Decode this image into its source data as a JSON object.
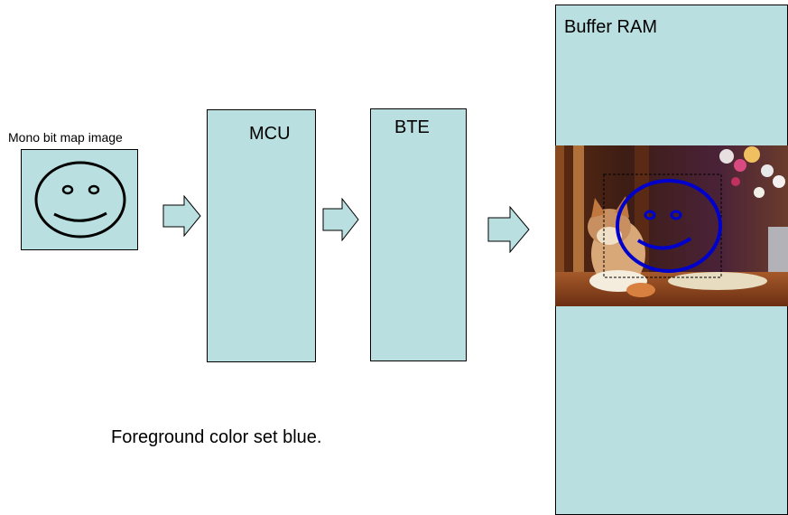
{
  "source_label": "Mono bit map image",
  "mcu_label": "MCU",
  "bte_label": "BTE",
  "buffer_label": "Buffer RAM",
  "caption": "Foreground color set blue.",
  "colors": {
    "box_fill": "#b9dfe0",
    "foreground": "#0000cc",
    "outline": "#000000"
  }
}
